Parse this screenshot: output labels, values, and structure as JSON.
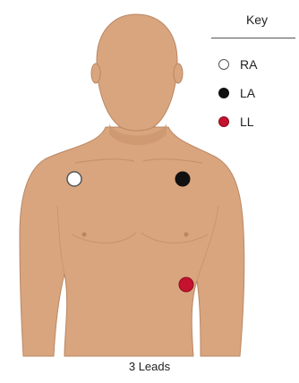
{
  "key": {
    "title": "Key",
    "items": [
      {
        "id": "ra",
        "label": "RA",
        "color": "#ffffff",
        "border": "#555555"
      },
      {
        "id": "la",
        "label": "LA",
        "color": "#111111",
        "border": "#111111"
      },
      {
        "id": "ll",
        "label": "LL",
        "color": "#c4122f",
        "border": "#8a0d20"
      }
    ]
  },
  "caption": "3 Leads",
  "colors": {
    "skin": "#d9a57e",
    "skin_shadow": "#c8916a",
    "outline": "#b98763"
  }
}
